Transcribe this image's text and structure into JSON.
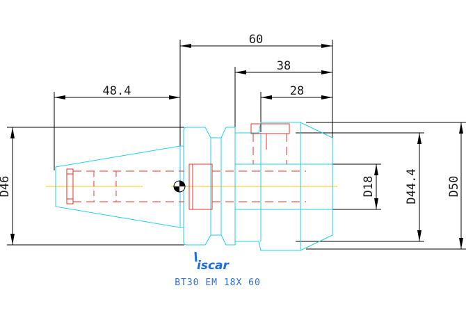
{
  "dimensions": {
    "len_total": "60",
    "len_38": "38",
    "len_28": "28",
    "len_48": "48.4",
    "dia_46": "D46",
    "dia_18": "D18",
    "dia_44": "D44.4",
    "dia_50": "D50"
  },
  "logo": {
    "brand_text": "iscar"
  },
  "caption": "BT30 EM 18X 60",
  "colors": {
    "dimension": "#000000",
    "outline": "#1fcfe6",
    "hidden": "#e8322a",
    "centerline": "#f0c419",
    "caption": "#2a6ed8"
  }
}
